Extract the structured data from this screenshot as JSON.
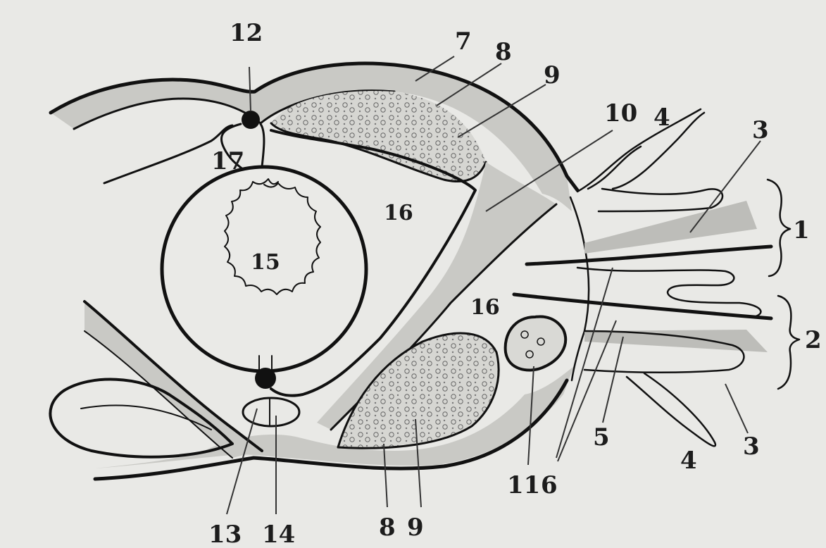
{
  "labels": {
    "n1": "1",
    "n2": "2",
    "n3_top": "3",
    "n3_bottom": "3",
    "n4_top": "4",
    "n4_bottom": "4",
    "n5": "5",
    "n6": "6",
    "n7": "7",
    "n8_top": "8",
    "n8_bottom": "8",
    "n9_top": "9",
    "n9_bottom": "9",
    "n10": "10",
    "n11": "11",
    "n12": "12",
    "n13": "13",
    "n14": "14",
    "n15": "15",
    "n16_upper": "16",
    "n16_lower": "16",
    "n17": "17"
  },
  "colors": {
    "background": "#e9e9e6",
    "ink": "#111111",
    "tissue_fill": "#c9c9c5"
  }
}
